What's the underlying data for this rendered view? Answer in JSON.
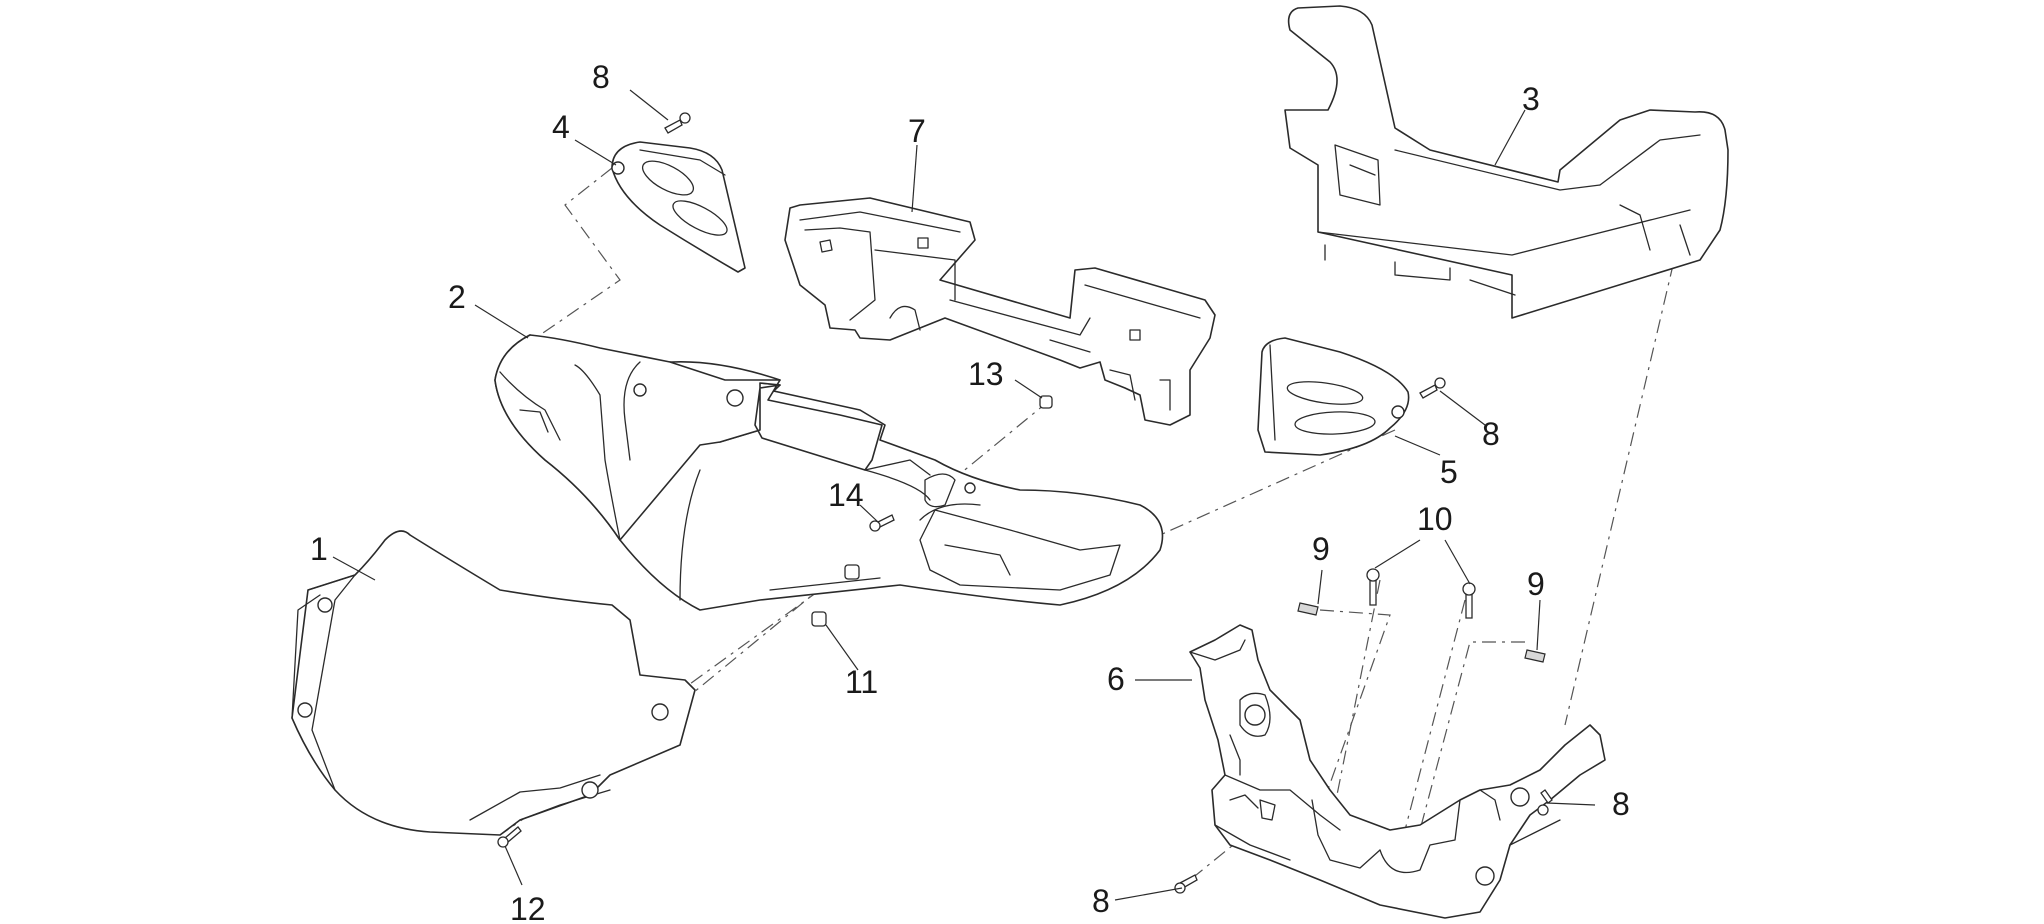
{
  "diagram": {
    "callouts": [
      {
        "id": "c1",
        "label": "1"
      },
      {
        "id": "c2",
        "label": "2"
      },
      {
        "id": "c3",
        "label": "3"
      },
      {
        "id": "c4",
        "label": "4"
      },
      {
        "id": "c5",
        "label": "5"
      },
      {
        "id": "c6",
        "label": "6"
      },
      {
        "id": "c7",
        "label": "7"
      },
      {
        "id": "c8a",
        "label": "8"
      },
      {
        "id": "c8b",
        "label": "8"
      },
      {
        "id": "c8c",
        "label": "8"
      },
      {
        "id": "c8d",
        "label": "8"
      },
      {
        "id": "c9a",
        "label": "9"
      },
      {
        "id": "c9b",
        "label": "9"
      },
      {
        "id": "c10",
        "label": "10"
      },
      {
        "id": "c11",
        "label": "11"
      },
      {
        "id": "c12",
        "label": "12"
      },
      {
        "id": "c13",
        "label": "13"
      },
      {
        "id": "c14",
        "label": "14"
      }
    ]
  }
}
